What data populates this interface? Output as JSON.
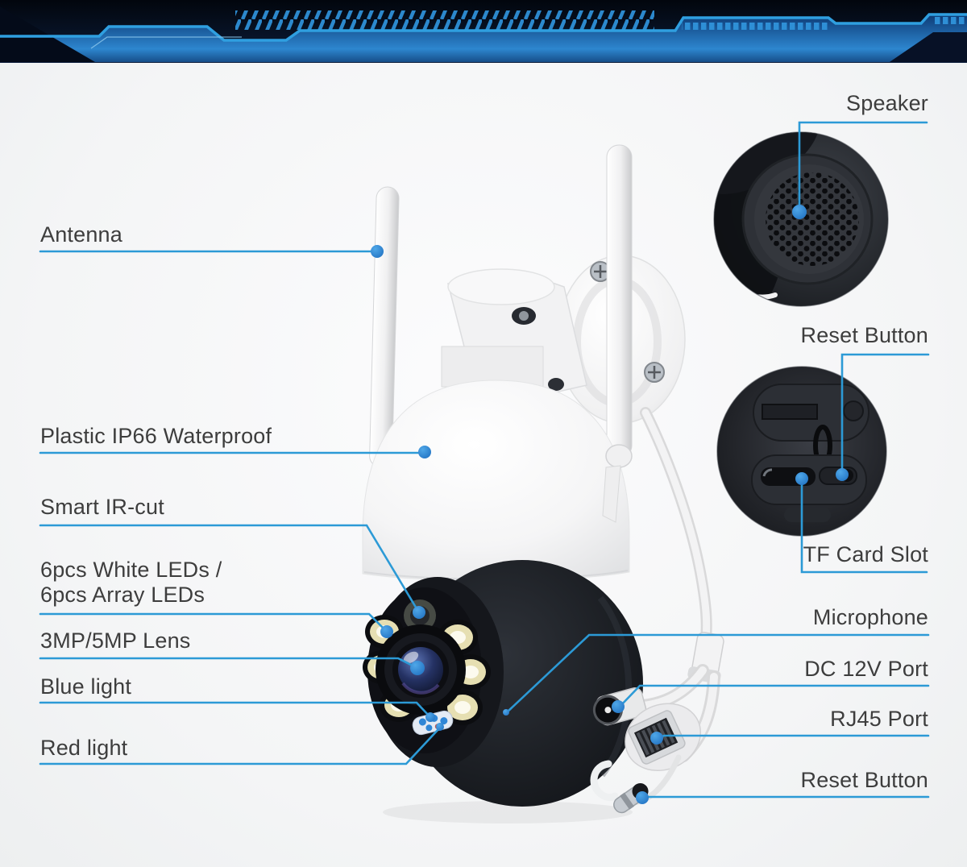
{
  "page": {
    "background": "#f5f6f7"
  },
  "banner": {
    "background_dark": "#071126",
    "accent_blue": "#2f9fe0"
  },
  "colors": {
    "leader_line": "#2c9ad6",
    "pointer_dot": "#2a85d3",
    "label_text": "#3d3d3d"
  },
  "labels": {
    "antenna": "Antenna",
    "waterproof": "Plastic IP66 Waterproof",
    "ir_cut": "Smart IR-cut",
    "leds_line1": "6pcs White LEDs /",
    "leds_line2": "6pcs Array LEDs",
    "lens": "3MP/5MP Lens",
    "blue_light": "Blue light",
    "red_light": "Red light",
    "speaker": "Speaker",
    "reset_button_top": "Reset Button",
    "tf_card_slot": "TF Card Slot",
    "microphone": "Microphone",
    "dc_port": "DC 12V Port",
    "rj45_port": "RJ45 Port",
    "reset_button_bottom": "Reset Button"
  }
}
